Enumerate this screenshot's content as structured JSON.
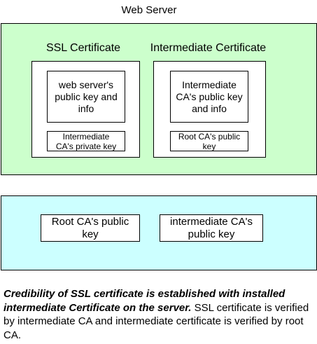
{
  "server": {
    "title": "Web Server",
    "fill": "#ccffcc",
    "ssl_cert": {
      "title": "SSL Certificate",
      "contents": "web server's\npublic key and\ninfo",
      "signature": "Intermediate\nCA's private key"
    },
    "intermediate_cert": {
      "title": "Intermediate Certificate",
      "contents": "Intermediate\nCA's public key\nand info",
      "signature": "Root CA's public\nkey"
    }
  },
  "client_store": {
    "fill": "#ccffff",
    "root_key": "Root CA's public\nkey",
    "intermediate_key": "intermediate CA's\npublic key"
  },
  "caption": {
    "bold": "Credibility of SSL certificate is established with installed intermediate Certificate on the server.",
    "rest": " SSL certificate is verified by intermediate CA and intermediate certificate is verified by root CA."
  }
}
